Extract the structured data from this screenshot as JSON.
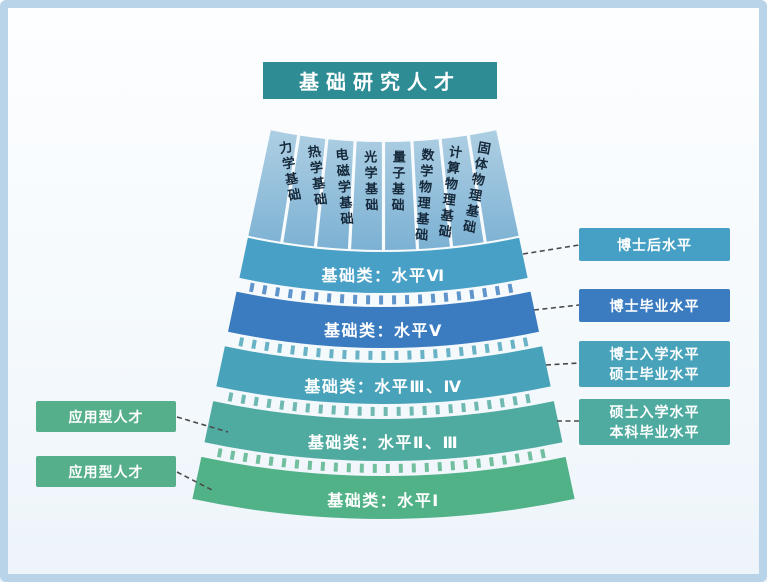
{
  "title": "基础研究人才",
  "title_bg": "#2e8c95",
  "fan": {
    "column_color_top": "#aecfe3",
    "column_color_bottom": "#7cb1d3",
    "columns": [
      {
        "label": "力学基础"
      },
      {
        "label": "热学基础"
      },
      {
        "label": "电磁学基础"
      },
      {
        "label": "光学基础"
      },
      {
        "label": "量子基础"
      },
      {
        "label": "数学物理基础"
      },
      {
        "label": "计算物理基础"
      },
      {
        "label": "固体物理基础"
      }
    ],
    "bands": [
      {
        "label": "基础类：水平Ⅵ",
        "color": "#49a0c7"
      },
      {
        "label": "基础类：水平Ⅴ",
        "color": "#3b7cc0"
      },
      {
        "label": "基础类：水平Ⅲ、Ⅳ",
        "color": "#48a2b9"
      },
      {
        "label": "基础类：水平Ⅱ、Ⅲ",
        "color": "#4faaa0"
      },
      {
        "label": "基础类：水平Ⅰ",
        "color": "#52b287"
      }
    ]
  },
  "right_labels": [
    {
      "lines": [
        "博士后水平"
      ],
      "color": "#46a0c5"
    },
    {
      "lines": [
        "博士毕业水平"
      ],
      "color": "#3b7cc0"
    },
    {
      "lines": [
        "博士入学水平",
        "硕士毕业水平"
      ],
      "color": "#48a2b9"
    },
    {
      "lines": [
        "硕士入学水平",
        "本科毕业水平"
      ],
      "color": "#4faaa0"
    }
  ],
  "left_labels": [
    {
      "label": "应用型人才",
      "color": "#55af8b"
    },
    {
      "label": "应用型人才",
      "color": "#55af8b"
    }
  ]
}
